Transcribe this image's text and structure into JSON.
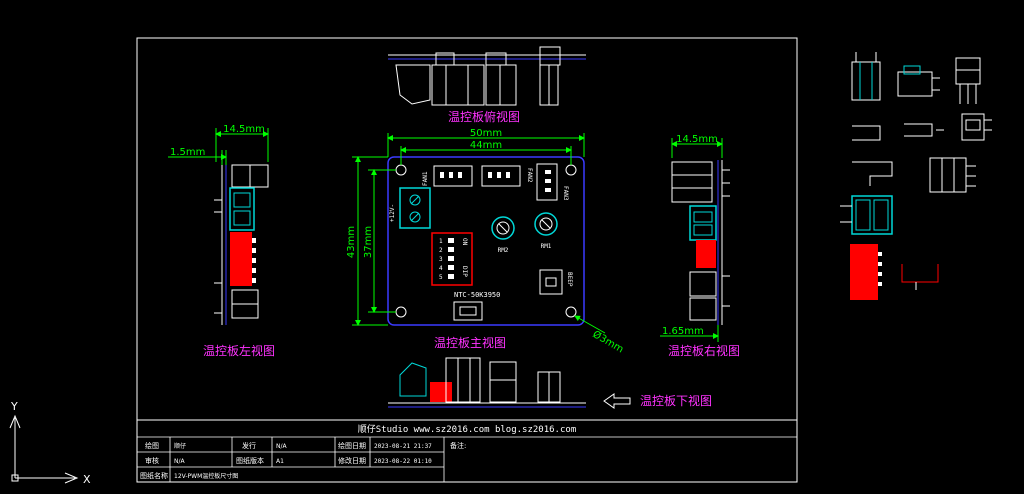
{
  "colors": {
    "background": "#000000",
    "outline": "#ffffff",
    "dimension": "#00ff00",
    "pcb": "#3a3aff",
    "component": "#ffffff",
    "connector": "#00d8d8",
    "dip": "#ff0000",
    "title_text": "#ff33ff"
  },
  "views": {
    "top": "温控板俯视图",
    "main": "温控板主视图",
    "left": "温控板左视图",
    "right": "温控板右视图",
    "bottom": "温控板下视图"
  },
  "dimensions": {
    "left_width": "14.5mm",
    "left_offset": "1.5mm",
    "main_width": "50mm",
    "main_hole_spacing": "44mm",
    "main_height": "43mm",
    "main_hole_height": "37mm",
    "hole_dia": "Ø3mm",
    "right_width": "14.5mm",
    "right_offset": "1.65mm"
  },
  "board_labels": {
    "fan1": "FAN1",
    "fan2": "FAN2",
    "fan3": "FAN3",
    "power": "+12V-",
    "rm1": "RM1",
    "rm2": "RM2",
    "dip_on": "ON",
    "dip_dip": "DIP",
    "dip_nums": [
      "1",
      "2",
      "3",
      "4",
      "5"
    ],
    "ntc": "NTC-50K3950",
    "beep": "BEEP"
  },
  "title_block": {
    "header": "顺仔Studio  www.sz2016.com  blog.sz2016.com",
    "r1": [
      "绘图",
      "顺仔",
      "发行",
      "N/A",
      "绘图日期",
      "2023-08-21 21:37"
    ],
    "r2": [
      "审核",
      "N/A",
      "图纸版本",
      "A1",
      "修改日期",
      "2023-08-22 01:10"
    ],
    "r3": [
      "图纸名称",
      "12V-PWM温控板尺寸图"
    ],
    "remark": "备注:"
  },
  "axes": {
    "x": "X",
    "y": "Y"
  }
}
